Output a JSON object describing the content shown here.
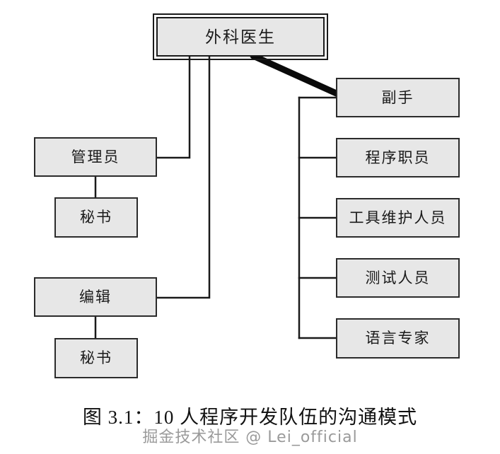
{
  "figure": {
    "caption": "图 3.1：10 人程序开发队伍的沟通模式",
    "watermark": "掘金技术社区 @ Lei_official",
    "colors": {
      "box_fill": "#e7e7e7",
      "box_border": "#2b2b2b",
      "line": "#1a1a1a",
      "caption_text": "#111111",
      "watermark_text": "#9a9a9a",
      "background": "#ffffff"
    }
  },
  "nodes": {
    "root": {
      "label": "外科医生"
    },
    "left": [
      {
        "label": "管理员"
      },
      {
        "label": "秘书"
      },
      {
        "label": "编辑"
      },
      {
        "label": "秘书"
      }
    ],
    "right": [
      {
        "label": "副手"
      },
      {
        "label": "程序职员"
      },
      {
        "label": "工具维护人员"
      },
      {
        "label": "测试人员"
      },
      {
        "label": "语言专家"
      }
    ]
  }
}
